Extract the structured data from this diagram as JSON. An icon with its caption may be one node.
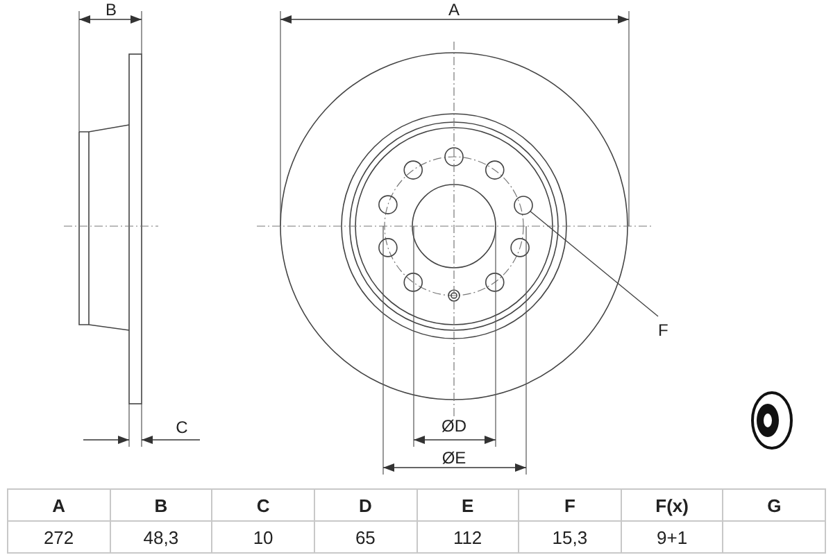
{
  "diagram": {
    "nodes": [
      {
        "text": [
          "F"
        ]
      },
      {
        "text": [],
        "shape": "circle"
      }
    ],
    "edges": [
      {
        "from": 0,
        "to": 1,
        "arrow": "none"
      }
    ],
    "labels": [
      "B",
      "A",
      "C",
      "ØD",
      "ØE",
      "A",
      "B",
      "C",
      "D",
      "E",
      "F",
      "F(x)",
      "G",
      "272",
      "48,3",
      "10",
      "65",
      "112",
      "15,3",
      "9+1"
    ]
  }
}
